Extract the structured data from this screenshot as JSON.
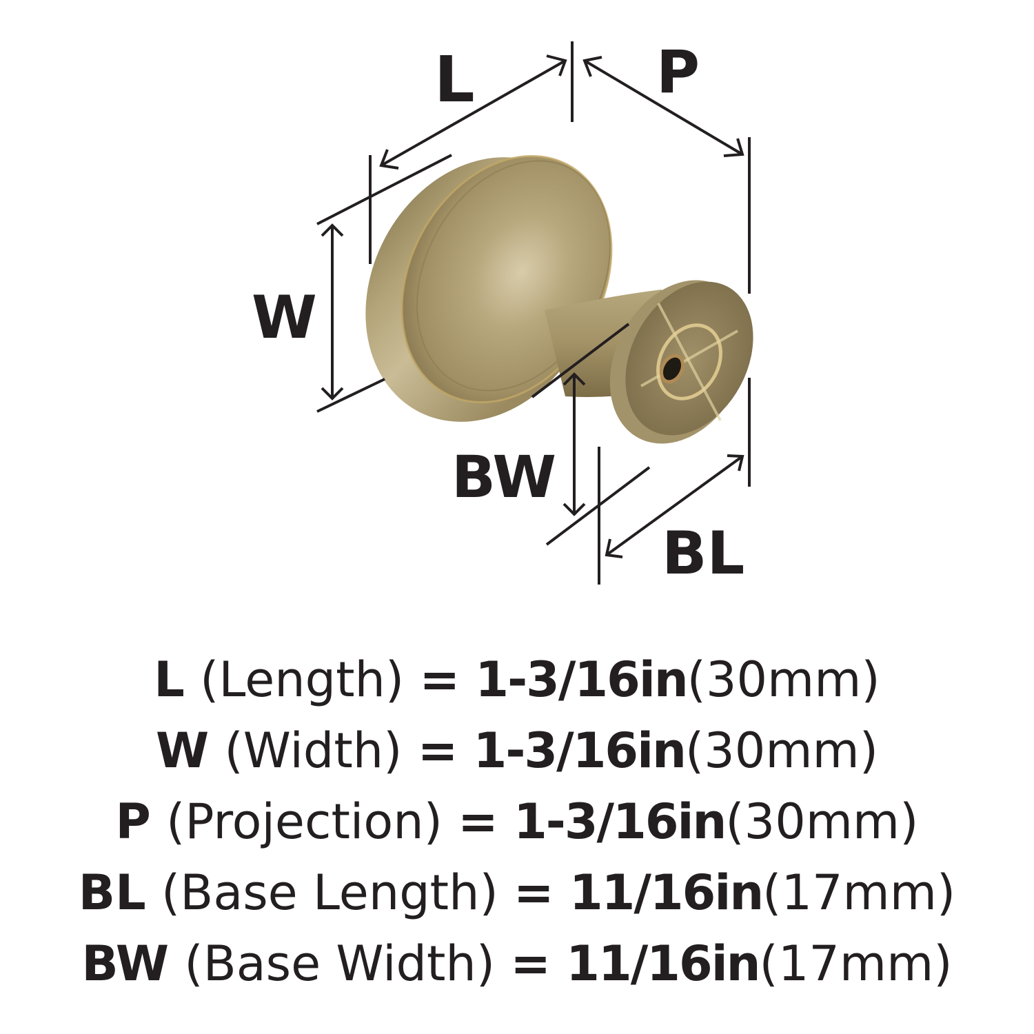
{
  "diagram": {
    "subject": "cabinet knob",
    "finish_colors": {
      "body_base": "#a8976c",
      "body_highlight": "#d8ccaa",
      "body_shadow": "#7a6a45",
      "base_face": "#8d7d58",
      "base_stamp": "#d9c48c",
      "line": "#231f20"
    },
    "labels": {
      "L": "L",
      "P": "P",
      "W": "W",
      "BW": "BW",
      "BL": "BL"
    }
  },
  "specs": [
    {
      "code": "L",
      "name": "(Length)",
      "eq": "=",
      "imperial": "1-3/16in",
      "metric": "(30mm)"
    },
    {
      "code": "W",
      "name": "(Width)",
      "eq": "=",
      "imperial": "1-3/16in",
      "metric": "(30mm)"
    },
    {
      "code": "P",
      "name": "(Projection)",
      "eq": "=",
      "imperial": "1-3/16in",
      "metric": "(30mm)"
    },
    {
      "code": "BL",
      "name": "(Base Length)",
      "eq": "=",
      "imperial": "11/16in",
      "metric": "(17mm)"
    },
    {
      "code": "BW",
      "name": "(Base Width)",
      "eq": "=",
      "imperial": "11/16in",
      "metric": "(17mm)"
    }
  ]
}
